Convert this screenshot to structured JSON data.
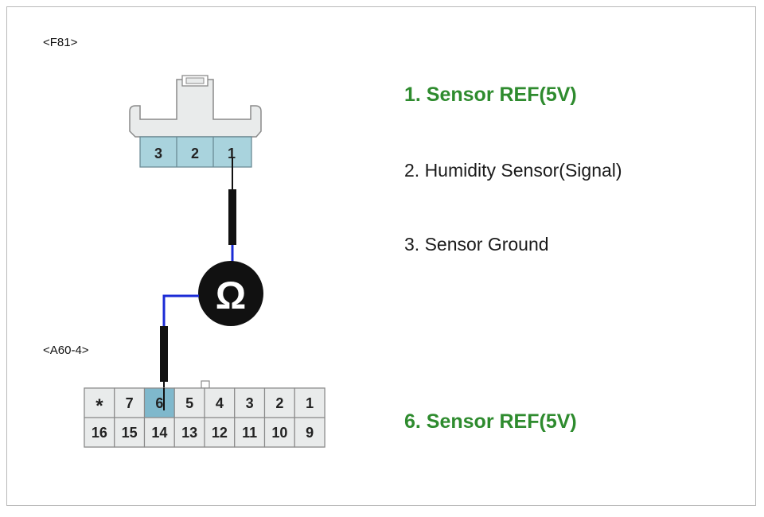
{
  "connector_top": {
    "label": "<F81>",
    "pins": [
      "3",
      "2",
      "1"
    ],
    "probed_pin": "1"
  },
  "connector_bottom": {
    "label": "<A60-4>",
    "row1": [
      "*",
      "7",
      "6",
      "5",
      "4",
      "3",
      "2",
      "1"
    ],
    "row2": [
      "16",
      "15",
      "14",
      "13",
      "12",
      "11",
      "10",
      "9"
    ],
    "probed_pin": "6"
  },
  "meter": {
    "symbol": "Ω",
    "icon": "ohmmeter-icon"
  },
  "legend": {
    "item1": "1. Sensor REF(5V)",
    "item2": "2. Humidity Sensor(Signal)",
    "item3": "3. Sensor Ground",
    "item6": "6. Sensor REF(5V)"
  },
  "colors": {
    "highlight_text": "#2e8b2e",
    "pin_fill": "#a9d3dd",
    "pin_highlight": "#7fb8cc",
    "wire": "#1b2bd6",
    "connector_body": "#e9ebeb"
  }
}
